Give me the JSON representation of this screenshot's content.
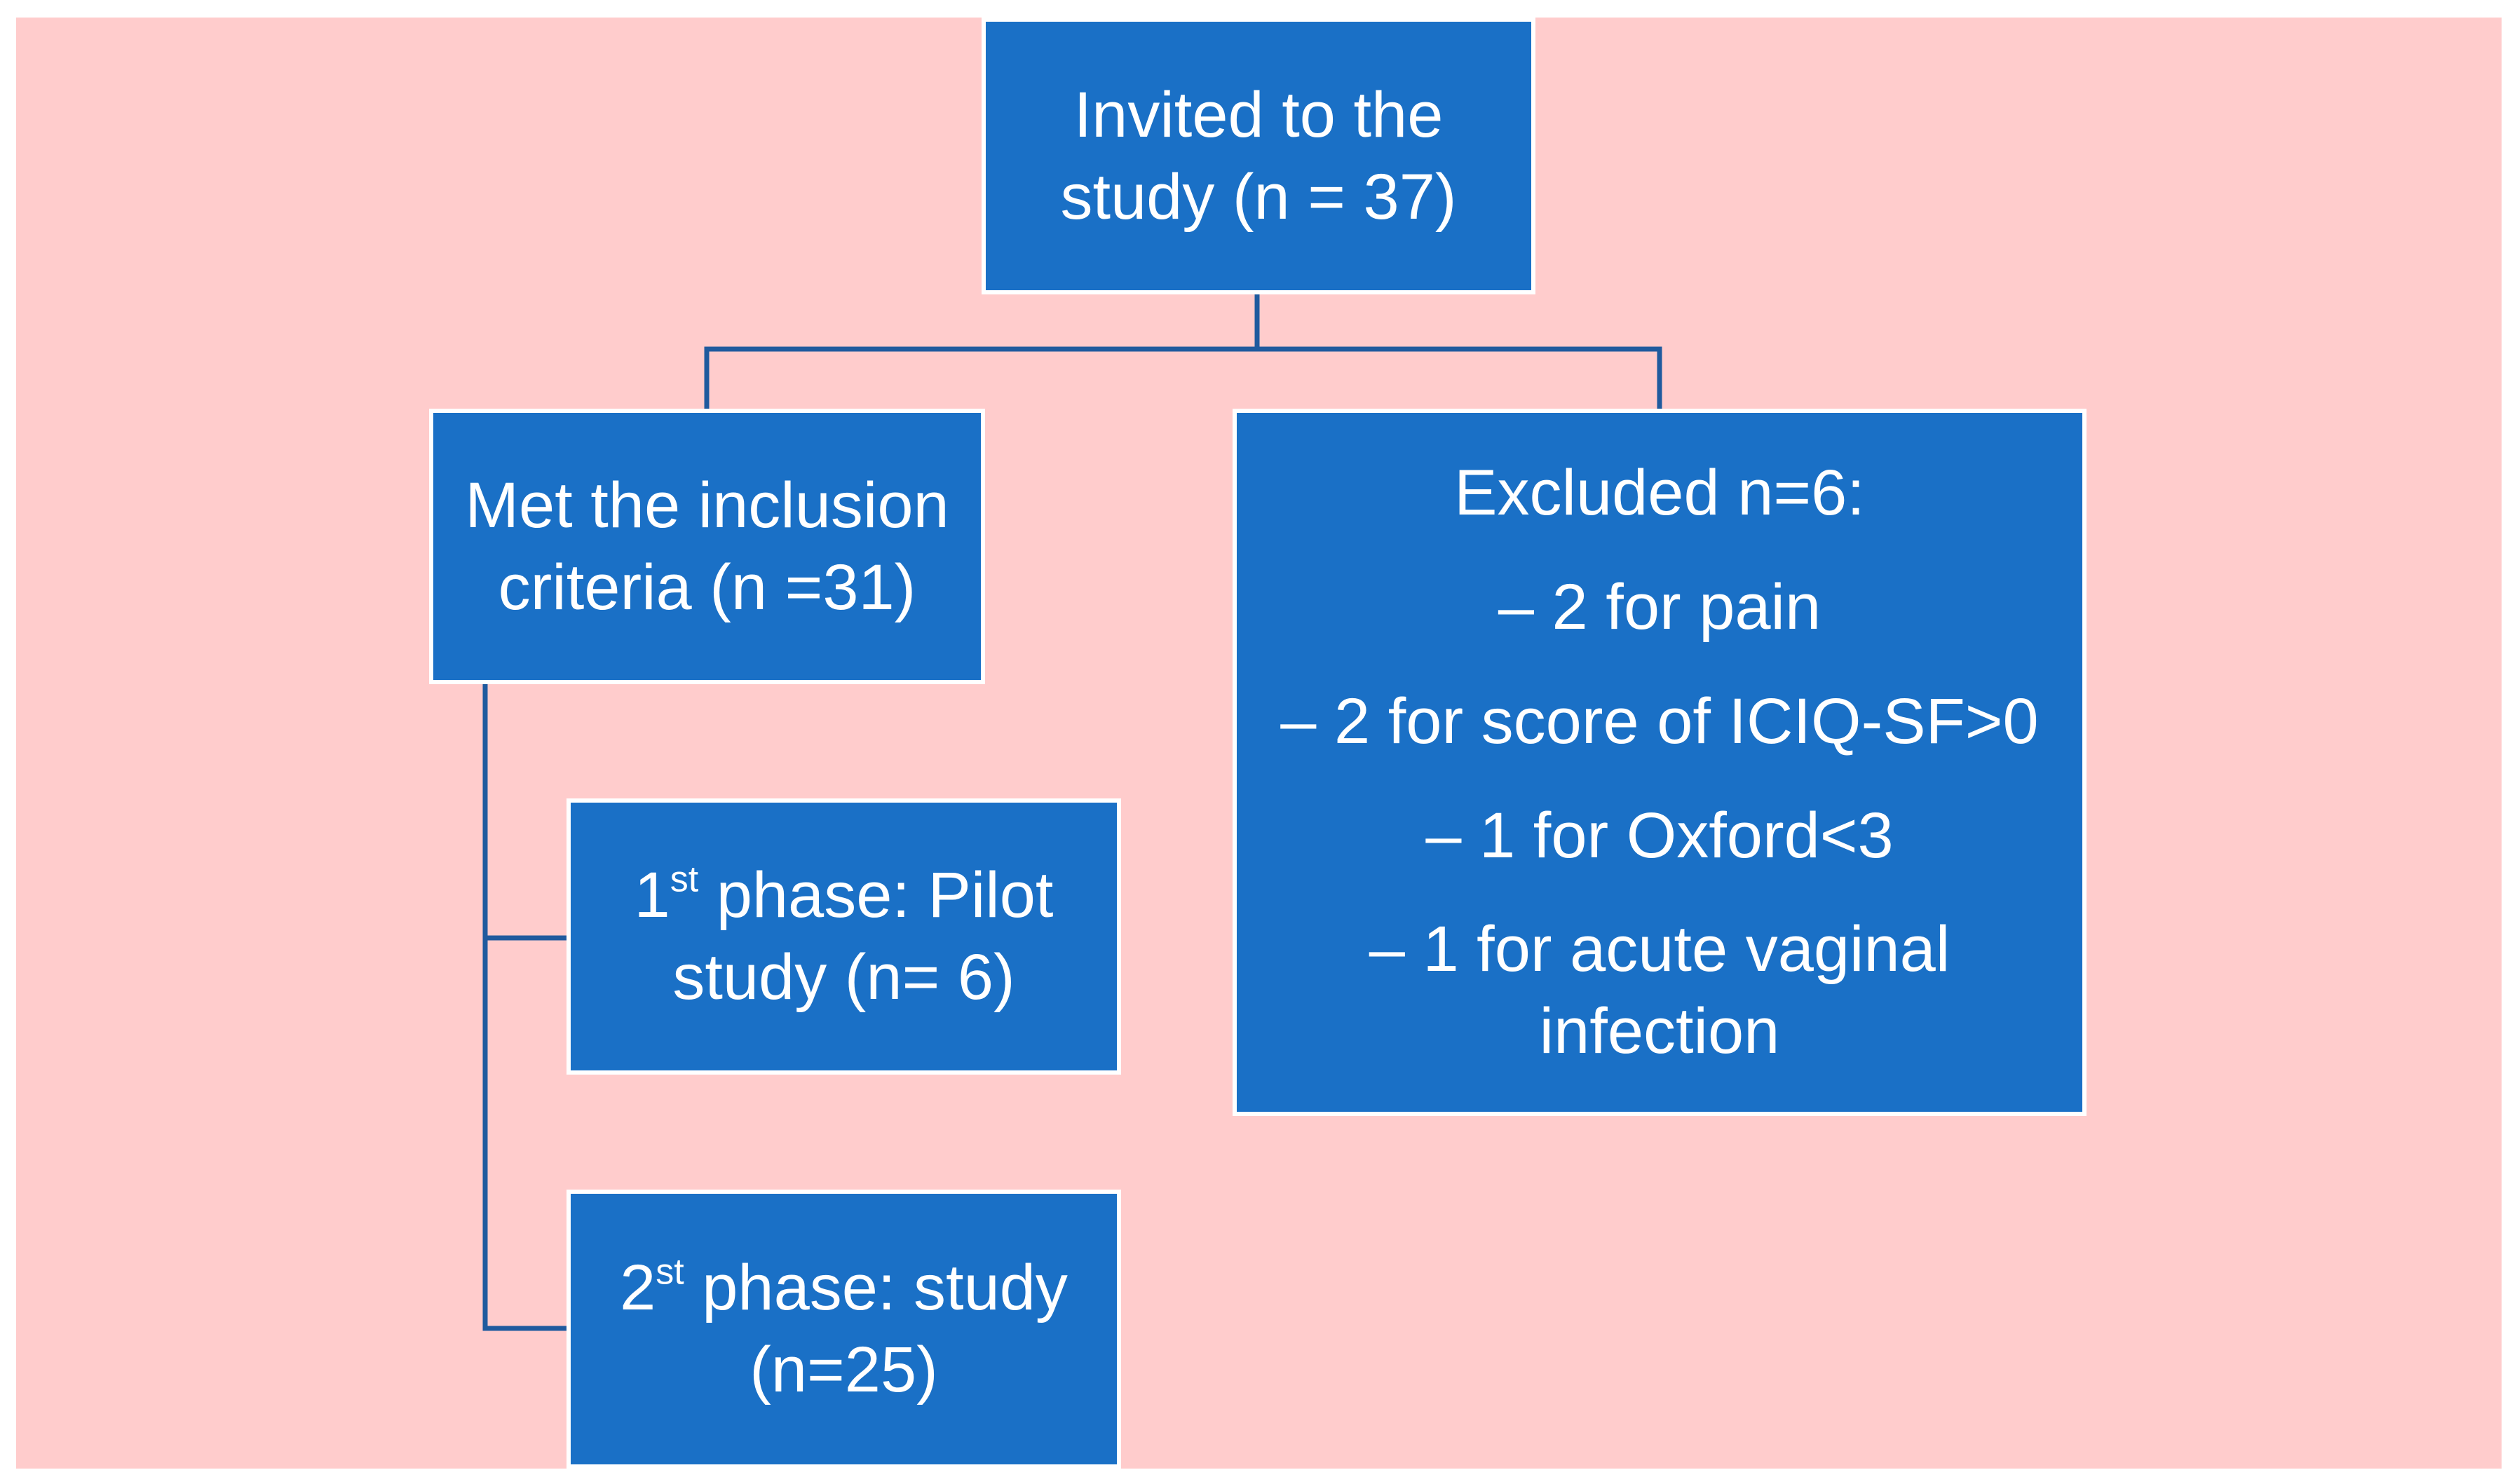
{
  "top": {
    "line1": "Invited to the",
    "line2": "study (n = 37)"
  },
  "inclusion": {
    "line1": "Met the inclusion",
    "line2": "criteria (n =31)"
  },
  "phase1": {
    "number": "1",
    "ordinal": "st",
    "line1_rest": " phase: Pilot",
    "line2": "study (n= 6)"
  },
  "phase2": {
    "number": "2",
    "ordinal": "st",
    "line1_rest": " phase: study",
    "line2": "(n=25)"
  },
  "excluded": {
    "heading": "Excluded n=6:",
    "items": [
      "– 2 for pain",
      "– 2 for score of ICIQ-SF>0",
      "– 1 for Oxford<3",
      "– 1 for acute vaginal"
    ],
    "continuation": "infection"
  },
  "colors": {
    "background": "#ffcccc",
    "box_fill": "#1a70c6",
    "box_border": "#ffffff",
    "connector": "#1f5a9e",
    "text": "#ffffff"
  }
}
